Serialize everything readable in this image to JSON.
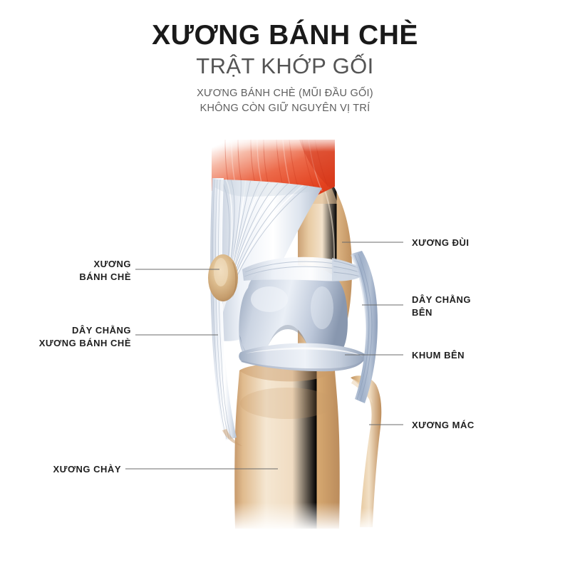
{
  "header": {
    "title_main": "XƯƠNG BÁNH CHÈ",
    "title_sub": "TRẬT KHỚP GỐI",
    "caption_line1": "XƯƠNG BÁNH CHÈ (MŨI ĐẦU GỐI)",
    "caption_line2": "KHÔNG CÒN GIỮ NGUYÊN VỊ TRÍ"
  },
  "labels": {
    "patella": "XƯƠNG\nBÁNH CHÈ",
    "patellar_ligament": "DÂY CHẰNG\nXƯƠNG BÁNH CHÈ",
    "tibia": "XƯƠNG CHÀY",
    "femur": "XƯƠNG ĐÙI",
    "collateral_ligament": "DÂY CHẰNG\nBÊN",
    "meniscus": "KHUM BÊN",
    "fibula": "XƯƠNG MÁC"
  },
  "colors": {
    "background": "#ffffff",
    "text_dark": "#1a1a1a",
    "text_grey": "#545454",
    "caption_grey": "#5e5e5e",
    "leader_line": "#6b6b6b",
    "bone": "#dcb383",
    "bone_light": "#f0ddc4",
    "bone_shadow": "#bf9363",
    "muscle_red": "#e8452a",
    "muscle_red_dark": "#cf3318",
    "cartilage": "#b9c3d4",
    "cartilage_light": "#e4e9f1",
    "tendon": "#dde3ec",
    "tendon_line": "#aebacb",
    "ligament": "#aebbd0"
  },
  "illustration": {
    "view": "anterior knee joint with laterally dislocated patella",
    "parts": [
      "quadriceps muscle",
      "quadriceps tendon fibers",
      "patella (dislocated)",
      "femur",
      "femoral condyles",
      "lateral collateral ligament",
      "lateral meniscus",
      "tibia",
      "fibula"
    ]
  }
}
